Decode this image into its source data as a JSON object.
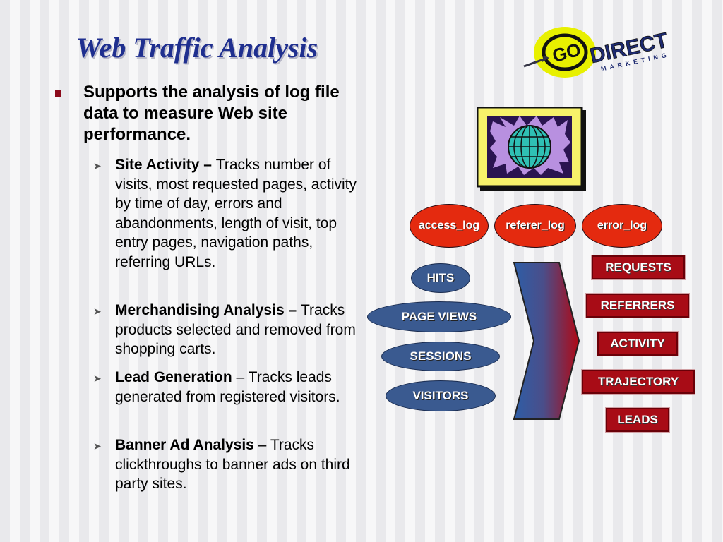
{
  "slide": {
    "title": "Web Traffic Analysis",
    "main_bullet": "Supports the analysis of log file data to measure Web site performance.",
    "sub_bullets": [
      {
        "heading": "Site Activity – ",
        "text": "Tracks number of visits, most requested pages, activity by time of day, errors and abandonments, length of visit, top entry pages, navigation paths, referring URLs."
      },
      {
        "heading": "Merchandising Analysis – ",
        "text": "Tracks products selected and removed from shopping carts."
      },
      {
        "heading": "Lead Generation",
        "text": " – Tracks leads generated from registered visitors."
      },
      {
        "heading": "Banner Ad Analysis",
        "text": " – Tracks clickthroughs to banner ads on third party sites."
      }
    ]
  },
  "logo": {
    "text": "DIRECT",
    "subtext": "MARKETING",
    "badge": "GO"
  },
  "diagram": {
    "logs": [
      "access_log",
      "referer_log",
      "error_log"
    ],
    "metrics": [
      "HITS",
      "PAGE VIEWS",
      "SESSIONS",
      "VISITORS"
    ],
    "reports": [
      "REQUESTS",
      "REFERRERS",
      "ACTIVITY",
      "TRAJECTORY",
      "LEADS"
    ]
  },
  "colors": {
    "title": "#1f2f8f",
    "log_oval": "#e42a0f",
    "metric_oval": "#3a5a90",
    "report_box": "#a80c16",
    "bullet": "#8b0a1a"
  }
}
